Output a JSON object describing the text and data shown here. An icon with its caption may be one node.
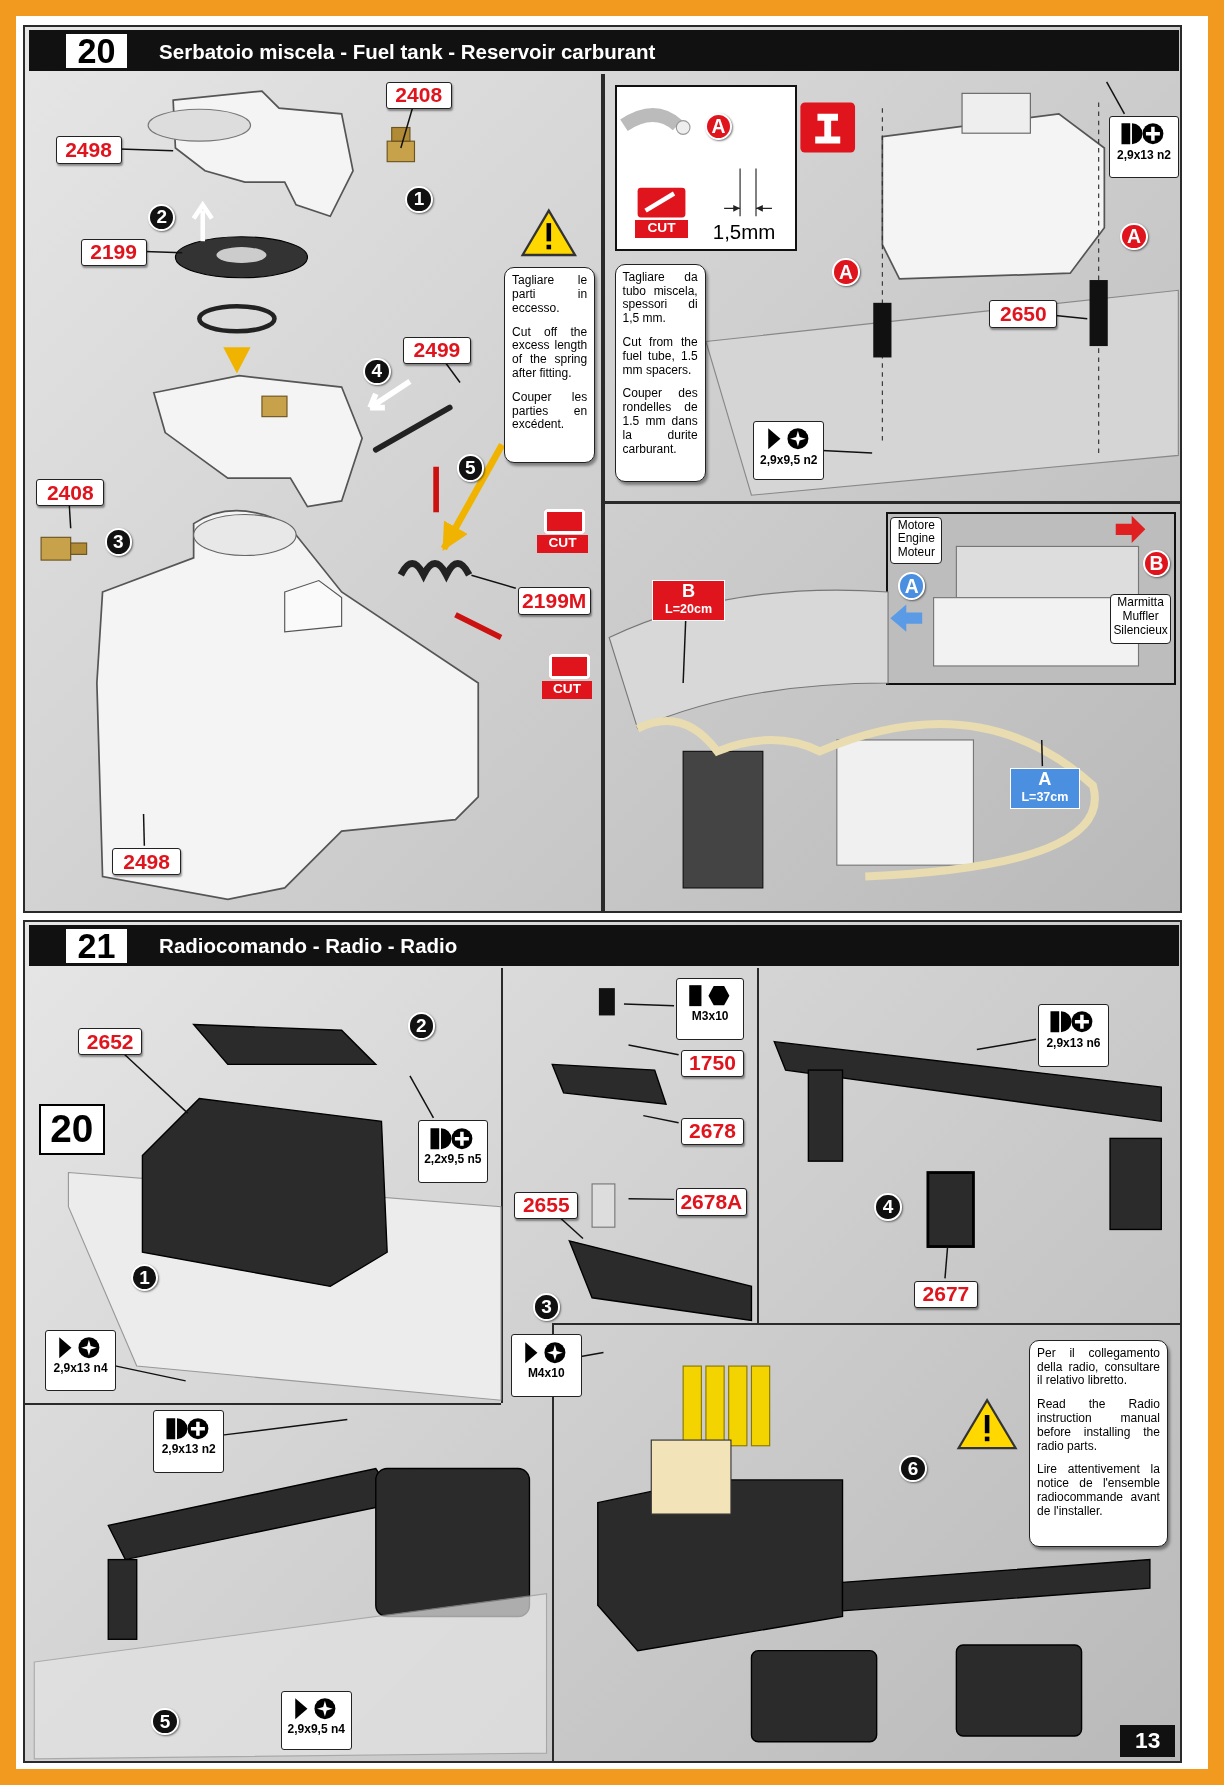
{
  "diagram": {
    "nodes": [
      {
        "text": [
          "20",
          "Serbatoio miscela - Fuel tank - Reservoir carburant"
        ]
      },
      {
        "text": [
          "2498"
        ],
        "in": 0
      },
      {
        "text": [
          "2408"
        ],
        "in": 0
      },
      {
        "text": [
          "2199"
        ],
        "in": 0
      },
      {
        "text": [
          "Tagliare le parti in eccesso.",
          "Cut off the excess length of the spring after fitting.",
          "Couper les parties en excédent."
        ],
        "in": 0
      },
      {
        "text": [
          "2499"
        ],
        "in": 0
      },
      {
        "text": [
          "2408"
        ],
        "in": 0
      },
      {
        "text": [
          "2199M"
        ],
        "in": 0
      },
      {
        "text": [
          "2498"
        ],
        "in": 0
      },
      {
        "text": [
          "Tagliare da tubo miscela, spessori di 1,5 mm.",
          "Cut from the fuel tube, 1.5 mm spacers.",
          "Couper des rondelles de 1.5 mm dans la durite carburant."
        ],
        "in": 0
      },
      {
        "text": [
          "2,9x13 n2"
        ],
        "in": 0
      },
      {
        "text": [
          "2650"
        ],
        "in": 0
      },
      {
        "text": [
          "2,9x9,5 n2"
        ],
        "in": 0
      },
      {
        "text": [
          "B",
          "L=20cm"
        ],
        "in": 0
      },
      {
        "text": [
          "Motore Engine Moteur"
        ],
        "in": 0,
        "beside": [
          "A"
        ]
      },
      {
        "text": [
          "Marmitta Muffler Silencieux"
        ],
        "in": 0,
        "beside": [
          "B"
        ]
      },
      {
        "text": [
          "A",
          "L=37cm"
        ],
        "in": 0
      },
      {
        "text": [
          "21",
          "Radiocomando - Radio - Radio"
        ]
      },
      {
        "text": [
          "2652"
        ],
        "in": 17
      },
      {
        "text": [
          "2,2x9,5 n5"
        ],
        "in": 17
      },
      {
        "text": [
          "2,9x13 n4"
        ],
        "in": 17
      },
      {
        "text": [
          "M3x10"
        ],
        "in": 17
      },
      {
        "text": [
          "1750"
        ],
        "in": 17
      },
      {
        "text": [
          "2678"
        ],
        "in": 17
      },
      {
        "text": [
          "2678A"
        ],
        "in": 17
      },
      {
        "text": [
          "2655"
        ],
        "in": 17
      },
      {
        "text": [
          "M4x10"
        ],
        "in": 17
      },
      {
        "text": [
          "2,9x13 n6"
        ],
        "in": 17
      },
      {
        "text": [
          "2677"
        ],
        "in": 17
      },
      {
        "text": [
          "2,9x13 n2"
        ],
        "in": 17
      },
      {
        "text": [
          "2,9x9,5 n4"
        ],
        "in": 17
      },
      {
        "text": [],
        "shape": "picture",
        "in": 0
      },
      {
        "text": [],
        "shape": "picture",
        "in": 0
      },
      {
        "text": [],
        "shape": "box",
        "in": 17
      },
      {
        "text": [
          "Per il collegamento della radio, consultare il relativo libretto.",
          "Read the Radio instruction manual before installing the radio parts.",
          "Lire attentivement la notice de l'ensemble radiocommande avant de l'installer."
        ],
        "in": 17
      }
    ],
    "edges": [
      {
        "from": 1,
        "to": 31,
        "arrow": "none"
      },
      {
        "from": 2,
        "to": null,
        "arrow": "none"
      },
      {
        "from": 3,
        "to": null,
        "arrow": "none"
      },
      {
        "from": 5,
        "to": null,
        "arrow": "none"
      },
      {
        "from": 6,
        "to": null,
        "arrow": "none"
      },
      {
        "from": 7,
        "to": 32,
        "arrow": "none"
      },
      {
        "from": 8,
        "to": null,
        "arrow": "none"
      },
      {
        "from": 4,
        "to": 32,
        "arrow": "to",
        "style": "thick",
        "color": "#f0b400"
      },
      {
        "from": 10,
        "to": null,
        "arrow": "none"
      },
      {
        "from": 11,
        "to": null,
        "arrow": "none"
      },
      {
        "from": 12,
        "to": null,
        "arrow": "none"
      },
      {
        "from": 13,
        "to": null,
        "arrow": "none"
      },
      {
        "from": 16,
        "to": null,
        "arrow": "none"
      },
      {
        "from": 18,
        "to": null,
        "arrow": "none"
      },
      {
        "from": 19,
        "to": null,
        "arrow": "none"
      },
      {
        "from": 20,
        "to": null,
        "arrow": "none"
      },
      {
        "from": 21,
        "to": null,
        "arrow": "none"
      },
      {
        "from": 22,
        "to": null,
        "arrow": "none"
      },
      {
        "from": 23,
        "to": null,
        "arrow": "none"
      },
      {
        "from": 24,
        "to": null,
        "arrow": "none"
      },
      {
        "from": 25,
        "to": null,
        "arrow": "none"
      },
      {
        "from": 26,
        "to": null,
        "arrow": "none"
      },
      {
        "from": 27,
        "to": null,
        "arrow": "none"
      },
      {
        "from": 28,
        "to": 33,
        "arrow": "none"
      },
      {
        "from": 29,
        "to": null,
        "arrow": "none"
      }
    ],
    "labels": [
      "1",
      "2",
      "4",
      "5",
      "CUT",
      "3",
      "CUT",
      "A",
      "CUT",
      "1,5mm",
      "A",
      "A",
      "2",
      "20",
      "4",
      "1",
      "3",
      "6",
      "5",
      "13"
    ]
  }
}
